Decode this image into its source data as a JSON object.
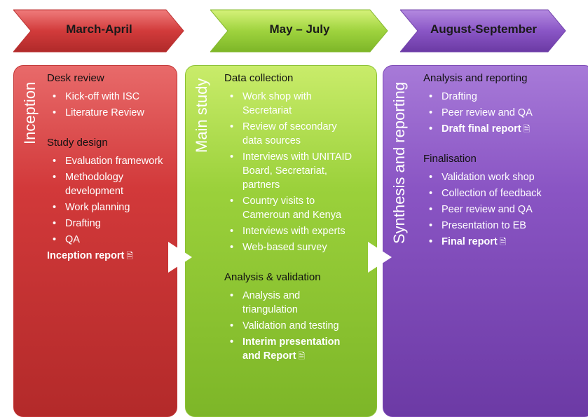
{
  "colors": {
    "red": "#c93a3a",
    "green": "#8ec63a",
    "purple": "#7b4bb8"
  },
  "phases": [
    {
      "label": "March-April",
      "vertical_title": "Inception",
      "sections": [
        {
          "heading": "Desk review",
          "items": [
            {
              "text": "Kick-off with ISC",
              "bold": false
            },
            {
              "text": "Literature Review",
              "bold": false
            }
          ]
        },
        {
          "heading": "Study design",
          "items": [
            {
              "text": "Evaluation framework",
              "bold": false
            },
            {
              "text": "Methodology development",
              "bold": false
            },
            {
              "text": "Work planning",
              "bold": false
            },
            {
              "text": "Drafting",
              "bold": false
            },
            {
              "text": "QA",
              "bold": false
            }
          ]
        }
      ],
      "deliverable": "Inception report"
    },
    {
      "label": "May – July",
      "vertical_title": "Main study",
      "sections": [
        {
          "heading": "Data collection",
          "items": [
            {
              "text": "Work shop with Secretariat",
              "bold": false
            },
            {
              "text": "Review of secondary data sources",
              "bold": false
            },
            {
              "text": "Interviews with UNITAID Board, Secretariat, partners",
              "bold": false
            },
            {
              "text": "Country visits to Cameroun and Kenya",
              "bold": false
            },
            {
              "text": "Interviews with experts",
              "bold": false
            },
            {
              "text": "Web-based survey",
              "bold": false
            }
          ]
        },
        {
          "heading": "Analysis & validation",
          "items": [
            {
              "text": "Analysis and triangulation",
              "bold": false
            },
            {
              "text": "Validation and testing",
              "bold": false
            },
            {
              "text": "Interim presentation and Report",
              "bold": true
            }
          ]
        }
      ]
    },
    {
      "label": "August-September",
      "vertical_title": "Synthesis and reporting",
      "sections": [
        {
          "heading": "Analysis and reporting",
          "items": [
            {
              "text": "Drafting",
              "bold": false
            },
            {
              "text": "Peer review and QA",
              "bold": false
            },
            {
              "text": "Draft final report",
              "bold": true
            }
          ]
        },
        {
          "heading": "Finalisation",
          "items": [
            {
              "text": "Validation work shop",
              "bold": false
            },
            {
              "text": "Collection of feedback",
              "bold": false
            },
            {
              "text": "Peer review and QA",
              "bold": false
            },
            {
              "text": "Presentation to EB",
              "bold": false
            },
            {
              "text": "Final report",
              "bold": true
            }
          ]
        }
      ]
    }
  ]
}
